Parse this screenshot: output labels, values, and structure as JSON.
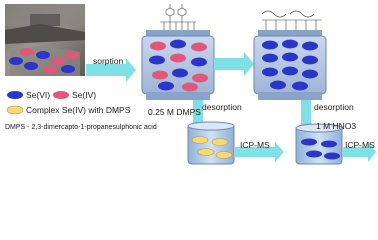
{
  "labels": {
    "sorption": "sorption",
    "desorption_1": "desorption",
    "desorption_2": "desorption",
    "eluent_1": "0.25 M DMPS",
    "eluent_2": "1 M HNO3",
    "detect_1": "ICP-MS",
    "detect_2": "ICP-MS"
  },
  "legend": {
    "se6": "Se(VI)",
    "se4": "Se(IV)",
    "complex": "Complex Se(IV) with DMPS",
    "dmps_def": "DMPS - 2,3-dimercapto-1-propanesulphonic acid"
  },
  "colors": {
    "se6_blue": "#2b35c8",
    "se4_pink": "#e0577a",
    "complex_yellow": "#f3d977",
    "arrow": "#7fe0e6",
    "column_frame": "#8aa3c8"
  }
}
